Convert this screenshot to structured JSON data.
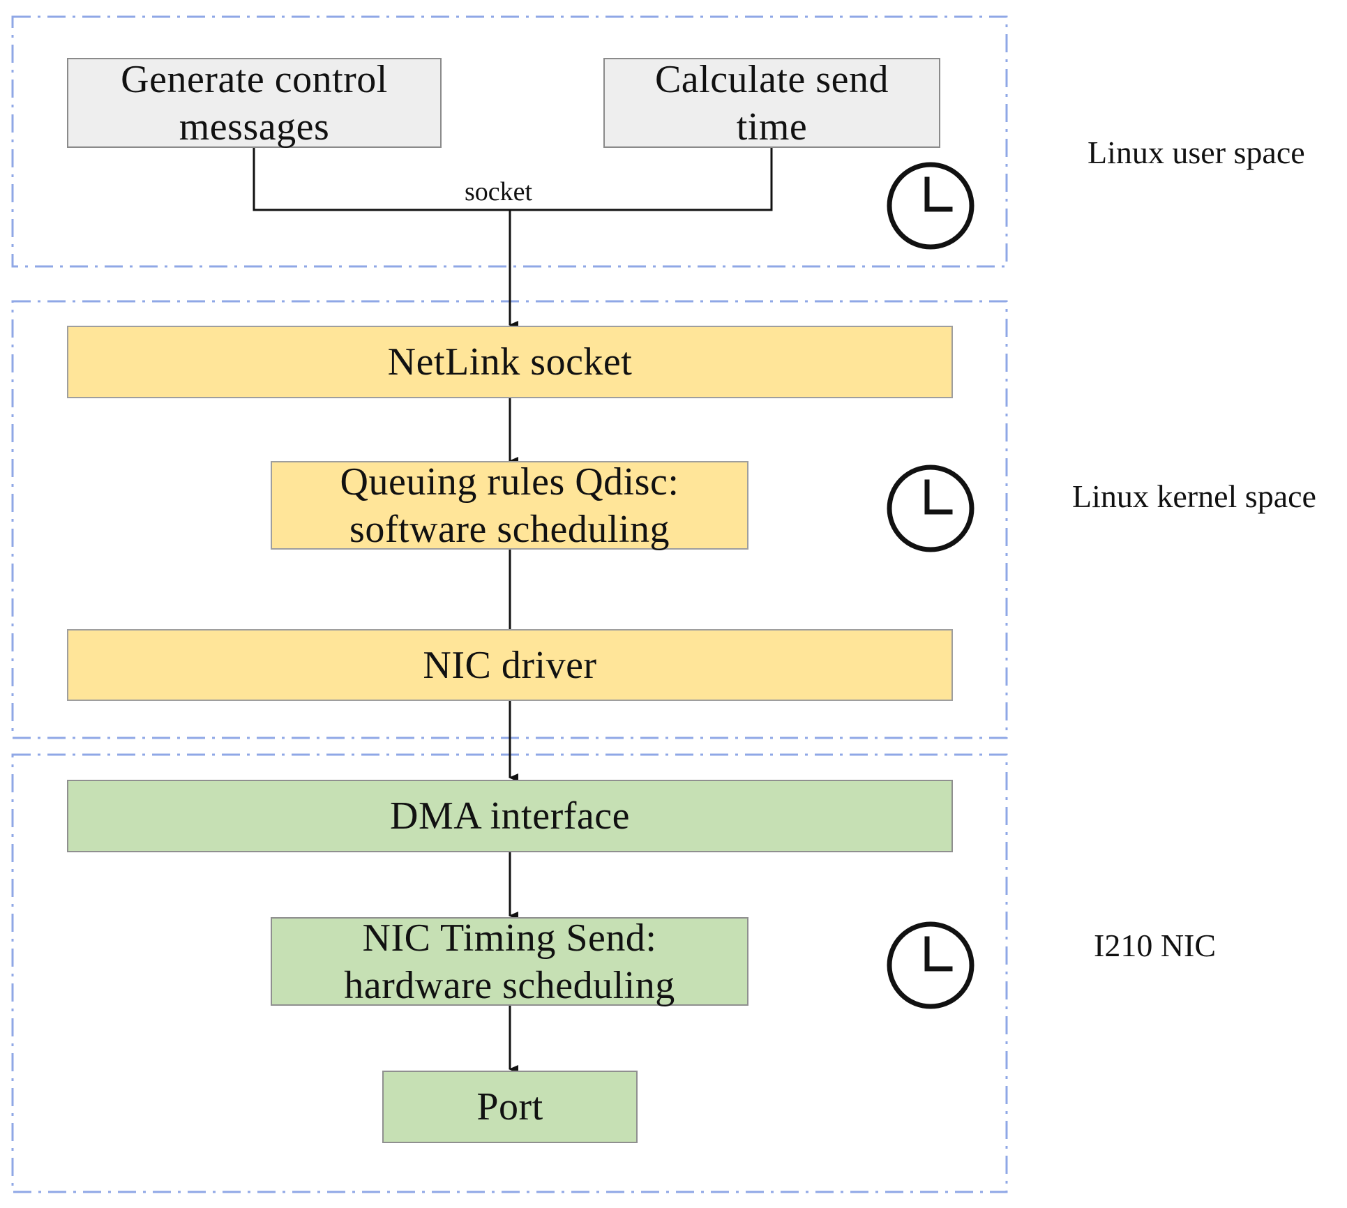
{
  "regions": {
    "user": {
      "label": "Linux user space"
    },
    "kernel": {
      "label": "Linux kernel space"
    },
    "nic": {
      "label": "I210 NIC"
    }
  },
  "nodes": {
    "generate": {
      "line1": "Generate control",
      "line2": "messages"
    },
    "calculate": {
      "line1": "Calculate send",
      "line2": "time"
    },
    "netlink": {
      "label": "NetLink socket"
    },
    "qdisc": {
      "line1": "Queuing rules Qdisc:",
      "line2": "software scheduling"
    },
    "driver": {
      "label": "NIC driver"
    },
    "dma": {
      "label": "DMA interface"
    },
    "timing": {
      "line1": "NIC Timing Send:",
      "line2": "hardware scheduling"
    },
    "port": {
      "label": "Port"
    }
  },
  "edges": {
    "socket_label": "socket"
  },
  "icons": {
    "clock": "clock-icon"
  },
  "colors": {
    "region_border": "#8fa7e6",
    "user_box": "#eeeeee",
    "kernel_box": "#ffe599",
    "nic_box": "#c6e0b4",
    "line": "#111111"
  }
}
